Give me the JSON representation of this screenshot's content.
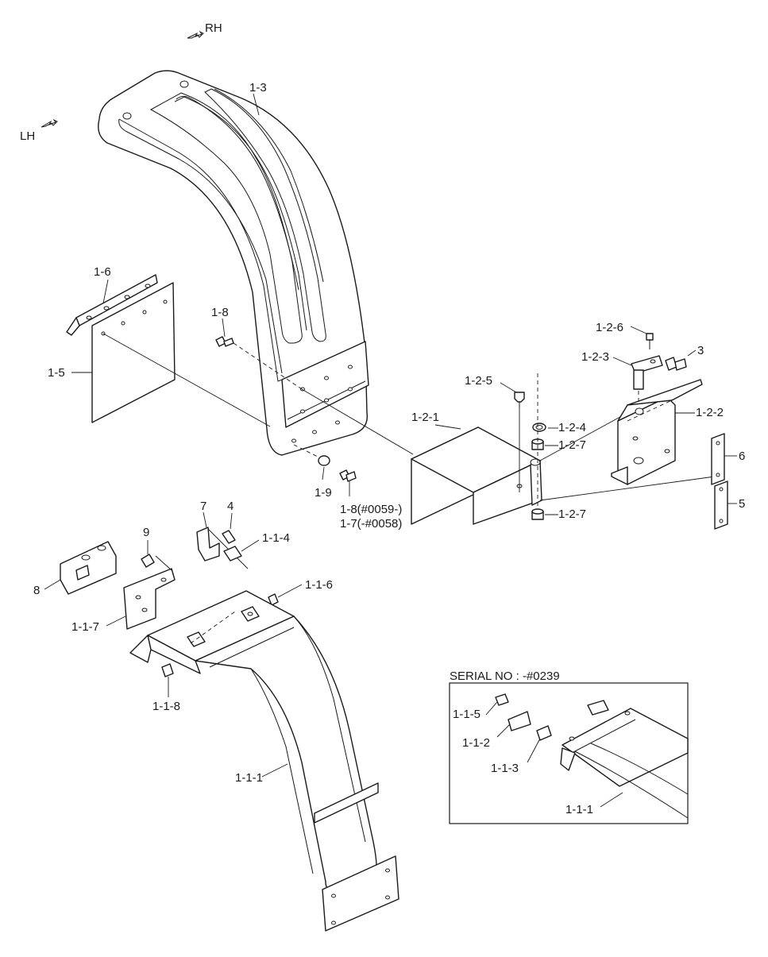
{
  "orientation": {
    "rh": "RH",
    "lh": "LH"
  },
  "serial_note": "SERIAL NO : -#0239",
  "callouts": {
    "c1_3": "1-3",
    "c1_6": "1-6",
    "c1_5": "1-5",
    "c1_8_top": "1-8",
    "c1_9": "1-9",
    "c1_8_serial": "1-8(#0059-)",
    "c1_7_serial": "1-7(-#0058)",
    "c1_2_1": "1-2-1",
    "c1_2_5": "1-2-5",
    "c1_2_4": "1-2-4",
    "c1_2_7_top": "1-2-7",
    "c1_2_7_bottom": "1-2-7",
    "c1_2_6": "1-2-6",
    "c1_2_3": "1-2-3",
    "c3": "3",
    "c1_2_2": "1-2-2",
    "c6": "6",
    "c5": "5",
    "c7": "7",
    "c4": "4",
    "c9": "9",
    "c1_1_4": "1-1-4",
    "c8": "8",
    "c1_1_6": "1-1-6",
    "c1_1_7": "1-1-7",
    "c1_1_8": "1-1-8",
    "c1_1_1": "1-1-1",
    "c1_1_5": "1-1-5",
    "c1_1_2": "1-1-2",
    "c1_1_3": "1-1-3",
    "c1_1_1_inset": "1-1-1"
  },
  "icons": [
    "rh-arrow-icon",
    "lh-arrow-icon"
  ]
}
